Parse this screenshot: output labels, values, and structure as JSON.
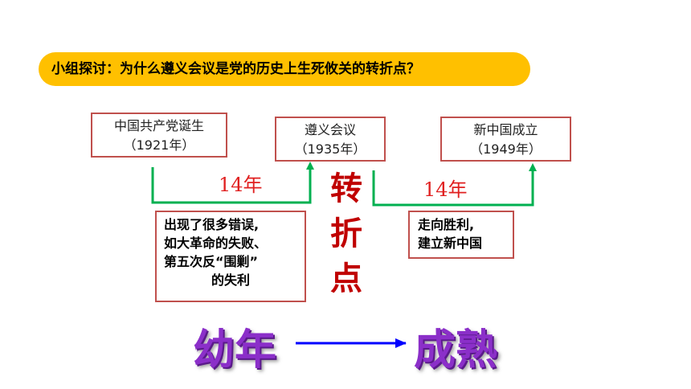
{
  "banner": {
    "text": "小组探讨：为什么遵义会议是党的历史上生死攸关的转折点？"
  },
  "events": [
    {
      "name": "中国共产党诞生",
      "year": "（1921年）"
    },
    {
      "name": "遵义会议",
      "year": "（1935年）"
    },
    {
      "name": "新中国成立",
      "year": "（1949年）"
    }
  ],
  "intervals": [
    "14年",
    "14年"
  ],
  "turning_point": [
    "转",
    "折",
    "点"
  ],
  "notes": {
    "before": [
      "出现了很多错误,",
      "如大革命的失败、",
      "第五次反“围剿”",
      "的失利"
    ],
    "after": [
      "走向胜利,",
      "建立新中国"
    ]
  },
  "transition": {
    "from": "幼年",
    "to": "成熟"
  },
  "colors": {
    "banner": "#ffc000",
    "box_border": "#c0504d",
    "arrow_green": "#00b050",
    "interval_red": "#e02020",
    "turning_red": "#c00000",
    "transition_arrow": "#0000ff",
    "big_text": "#8b2fc9"
  }
}
